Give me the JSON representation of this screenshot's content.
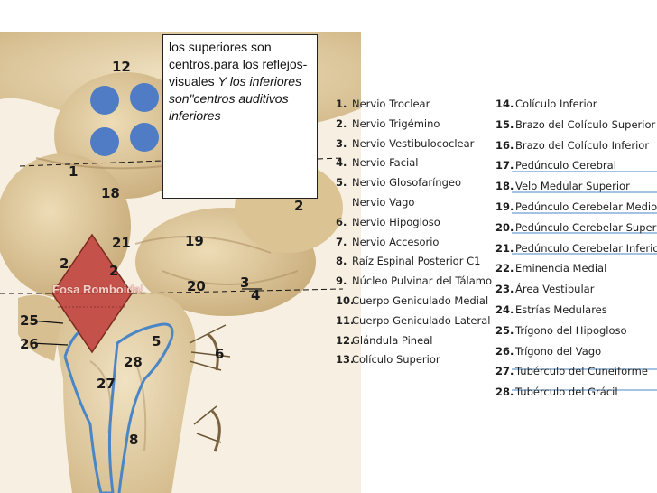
{
  "callout": {
    "normal": "los superiores son centros.para los reflejos-visuales",
    "italic_a": "Y",
    "italic_b": "los inferiores son\"centros auditivos inferiores"
  },
  "diagram_label": "Fosa Romboidal",
  "image_numbers": [
    "12",
    "1",
    "18",
    "21",
    "19",
    "2",
    "2",
    "3",
    "4",
    "20",
    "25",
    "26",
    "5",
    "6",
    "28",
    "27",
    "8",
    "2"
  ],
  "legend_left": [
    {
      "n": "1.",
      "t": "Nervio Troclear"
    },
    {
      "n": "2.",
      "t": "Nervio Trigémino"
    },
    {
      "n": "3.",
      "t": "Nervio Vestibulococlear"
    },
    {
      "n": "4.",
      "t": "Nervio Facial"
    },
    {
      "n": "5.",
      "t": "Nervio Glosofaríngeo"
    },
    {
      "n": "",
      "t": "Nervio Vago"
    },
    {
      "n": "6.",
      "t": "Nervio Hipogloso"
    },
    {
      "n": "7.",
      "t": "Nervio Accesorio"
    },
    {
      "n": "8.",
      "t": "Raíz Espinal Posterior C1"
    },
    {
      "n": "9.",
      "t": "Núcleo Pulvinar del Tálamo"
    },
    {
      "n": "10.",
      "t": "Cuerpo Geniculado Medial"
    },
    {
      "n": "11.",
      "t": "Cuerpo Geniculado Lateral"
    },
    {
      "n": "12.",
      "t": "Glándula Pineal"
    },
    {
      "n": "13.",
      "t": "Colículo Superior"
    }
  ],
  "legend_right": [
    {
      "n": "14.",
      "t": "Colículo Inferior"
    },
    {
      "n": "15.",
      "t": "Brazo del Colículo Superior"
    },
    {
      "n": "16.",
      "t": "Brazo del Colículo Inferior"
    },
    {
      "n": "17.",
      "t": "Pedúnculo Cerebral"
    },
    {
      "n": "18.",
      "t": "Velo Medular Superior"
    },
    {
      "n": "19.",
      "t": "Pedúnculo Cerebelar Medio"
    },
    {
      "n": "20.",
      "t": "Pedúnculo Cerebelar Superior"
    },
    {
      "n": "21.",
      "t": "Pedúnculo Cerebelar Inferior"
    },
    {
      "n": "22.",
      "t": "Eminencia Medial"
    },
    {
      "n": "23.",
      "t": "Área Vestibular"
    },
    {
      "n": "24.",
      "t": "Estrías Medulares"
    },
    {
      "n": "25.",
      "t": "Trígono del Hipogloso"
    },
    {
      "n": "26.",
      "t": "Trígono del Vago"
    },
    {
      "n": "27.",
      "t": "Tubérculo del Cuneiforme"
    },
    {
      "n": "28.",
      "t": "Tubérculo del Grácil"
    }
  ],
  "colors": {
    "tissue": "#e6d2a8",
    "tissue_dark": "#c9ad7c",
    "blue_circle": "#4f7cc4",
    "outline_blue": "#4a86c5",
    "rhomboid": "#c4514a",
    "rhomboid_border": "#7a2b20"
  }
}
